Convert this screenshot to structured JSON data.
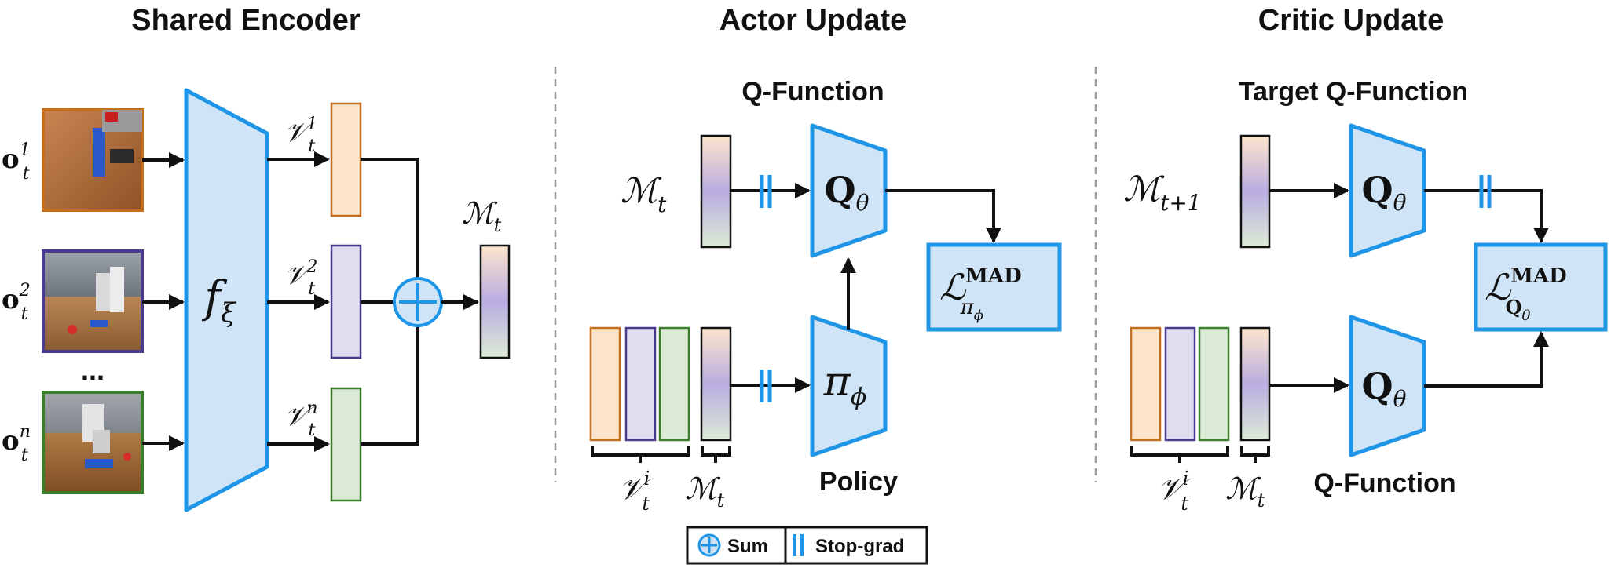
{
  "panels": {
    "encoder_title": "Shared Encoder",
    "actor_title": "Actor Update",
    "critic_title": "Critic Update"
  },
  "encoder": {
    "observations": [
      {
        "base": "o",
        "sub": "t",
        "sup": "1"
      },
      {
        "base": "o",
        "sub": "t",
        "sup": "2"
      },
      {
        "base": "o",
        "sub": "t",
        "sup": "n"
      }
    ],
    "ellipsis": "...",
    "encoder_symbol": "f",
    "encoder_sub": "ξ",
    "features": [
      {
        "base": "𝒱",
        "sub": "t",
        "sup": "1"
      },
      {
        "base": "𝒱",
        "sub": "t",
        "sup": "2"
      },
      {
        "base": "𝒱",
        "sub": "t",
        "sup": "n"
      }
    ],
    "fused": {
      "base": "ℳ",
      "sub": "t"
    }
  },
  "actor": {
    "qfunction_label": "Q-Function",
    "policy_label": "Policy",
    "state": {
      "base": "ℳ",
      "sub": "t"
    },
    "q_symbol": "Q",
    "q_sub": "θ",
    "pi_symbol": "π",
    "pi_sub": "ϕ",
    "loss": {
      "base": "ℒ",
      "sup": "MAD",
      "sub": "π",
      "subsub": "ϕ"
    },
    "brace_views": {
      "base": "𝒱",
      "sub": "t",
      "sup": "i"
    },
    "brace_state": {
      "base": "ℳ",
      "sub": "t"
    }
  },
  "critic": {
    "target_label": "Target Q-Function",
    "qfunction_label": "Q-Function",
    "next_state": {
      "base": "ℳ",
      "sub": "t+1"
    },
    "target_q_symbol": "Q",
    "target_q_sub": "θ̄",
    "q_symbol": "Q",
    "q_sub": "θ",
    "loss": {
      "base": "ℒ",
      "sup": "MAD",
      "sub": "Q",
      "subsub": "θ"
    },
    "brace_views": {
      "base": "𝒱",
      "sub": "t",
      "sup": "i"
    },
    "brace_state": {
      "base": "ℳ",
      "sub": "t"
    }
  },
  "legend": {
    "sum_label": "Sum",
    "stopgrad_label": "Stop-grad"
  },
  "colors": {
    "network_fill": "#cfe5f7",
    "network_stroke": "#1e95e6",
    "view1_fill": "#fde5cc",
    "view1_stroke": "#c26f1f",
    "view2_fill": "#e2dcef",
    "view2_stroke": "#4a3a8c",
    "view3_fill": "#dcebd6",
    "view3_stroke": "#3b7d2c",
    "stopgrad": "#1e95e6"
  }
}
